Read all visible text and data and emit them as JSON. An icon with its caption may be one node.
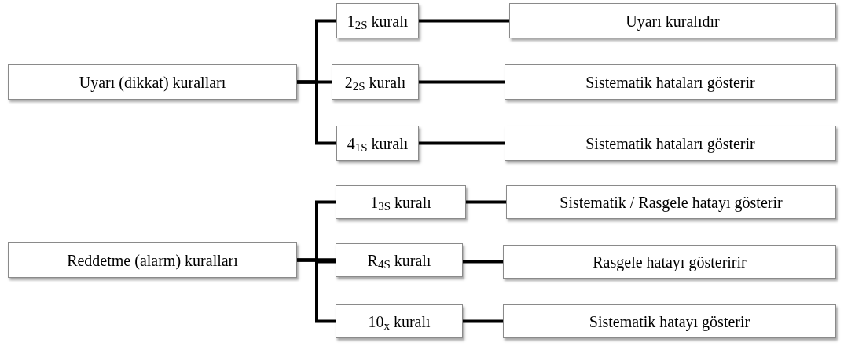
{
  "diagram": {
    "nodes": [
      {
        "text": [
          "Uyarı (dikkat) kuralları"
        ]
      },
      {
        "text": [
          "1$_{2S}$ kuralı"
        ]
      },
      {
        "text": [
          "Uyarı kuralıdır"
        ]
      },
      {
        "text": [
          "2$_{2S}$ kuralı"
        ]
      },
      {
        "text": [
          "Sistematik hataları gösterir"
        ]
      },
      {
        "text": [
          "4$_{1S}$ kuralı"
        ]
      },
      {
        "text": [
          "Sistematik hataları gösterir"
        ]
      },
      {
        "text": [
          "Reddetme (alarm) kuralları"
        ]
      },
      {
        "text": [
          "1$_{3S}$ kuralı"
        ]
      },
      {
        "text": [
          "Sistematik / Rasgele hatayı gösterir"
        ]
      },
      {
        "text": [
          "R$_{4S}$ kuralı"
        ]
      },
      {
        "text": [
          "Rasgele hatayı gösteririr"
        ]
      },
      {
        "text": [
          "10$_{x}$ kuralı"
        ]
      },
      {
        "text": [
          "Sistematik hatayı gösterir"
        ]
      }
    ],
    "edges": [
      {
        "from": 0,
        "to": 1,
        "arrow": "none"
      },
      {
        "from": 0,
        "to": 3,
        "arrow": "none"
      },
      {
        "from": 0,
        "to": 5,
        "arrow": "none"
      },
      {
        "from": 1,
        "to": 2,
        "arrow": "none"
      },
      {
        "from": 3,
        "to": 4,
        "arrow": "none"
      },
      {
        "from": 5,
        "to": 6,
        "arrow": "none"
      },
      {
        "from": 7,
        "to": 8,
        "arrow": "none"
      },
      {
        "from": 7,
        "to": 10,
        "arrow": "none"
      },
      {
        "from": 7,
        "to": 12,
        "arrow": "none"
      },
      {
        "from": 8,
        "to": 9,
        "arrow": "none"
      },
      {
        "from": 10,
        "to": 11,
        "arrow": "none"
      },
      {
        "from": 12,
        "to": 13,
        "arrow": "none"
      }
    ]
  }
}
